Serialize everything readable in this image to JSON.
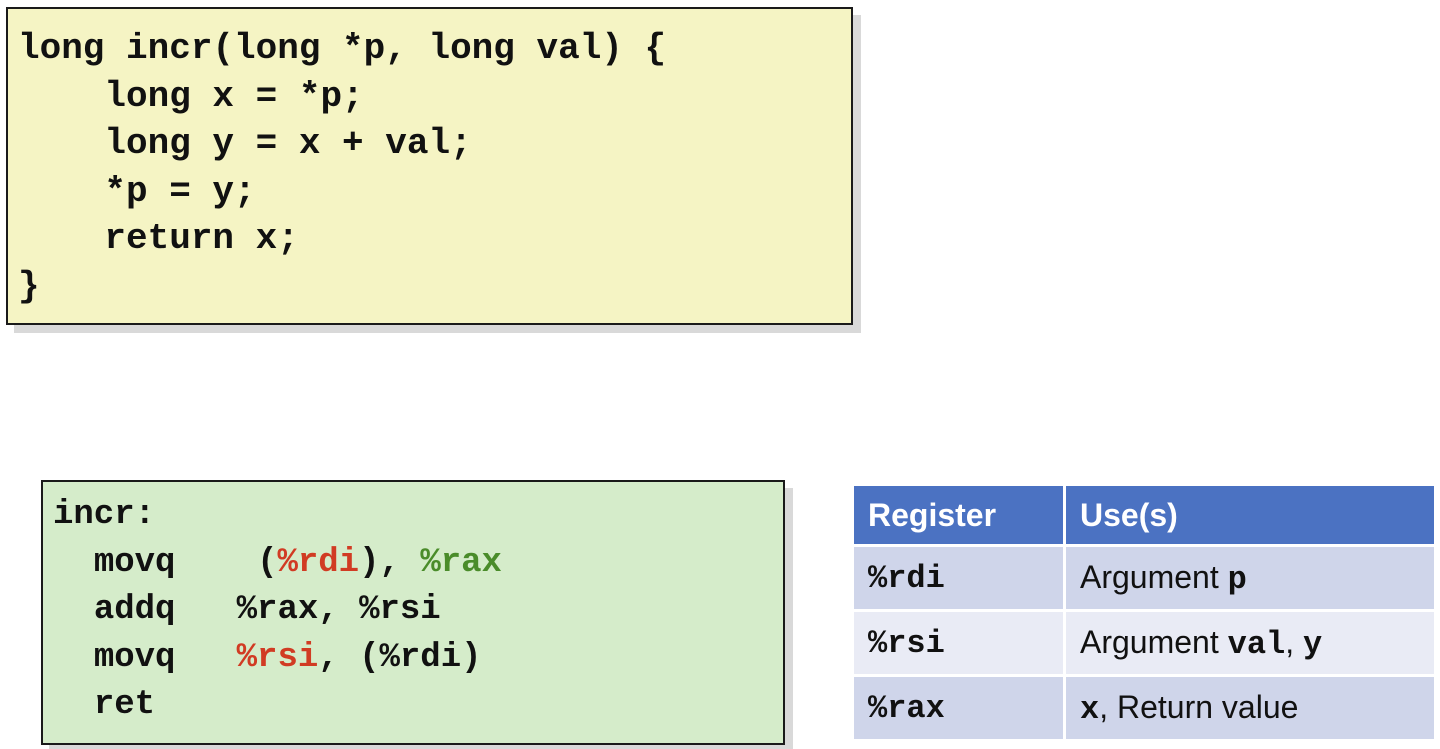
{
  "c_code": {
    "lines": [
      "long incr(long *p, long val) {",
      "    long x = *p;",
      "    long y = x + val;",
      "    *p = y;",
      "    return x;",
      "}"
    ],
    "background": "#f5f4c4"
  },
  "assembly": {
    "label": "incr:",
    "instructions": [
      {
        "op": "movq",
        "src": "(%rdi)",
        "src_pre": "(",
        "src_reg": "%rdi",
        "src_post": ")",
        "sep": ", ",
        "dst": "%rax"
      },
      {
        "op": "addq",
        "text": "%rax, %rsi"
      },
      {
        "op": "movq",
        "src": "%rsi",
        "sep": ", ",
        "dst": "(%rdi)"
      },
      {
        "op": "ret"
      }
    ],
    "colors": {
      "red": "#d13b23",
      "green": "#4a8c2a"
    },
    "background": "#d5ecca"
  },
  "register_table": {
    "headers": [
      "Register",
      "Use(s)"
    ],
    "rows": [
      {
        "register": "%rdi",
        "use_text": "Argument ",
        "use_code": "p"
      },
      {
        "register": "%rsi",
        "use_text": "Argument ",
        "use_code": "val",
        "use_sep": ", ",
        "use_code2": "y"
      },
      {
        "register": "%rax",
        "use_code": "x",
        "use_text": ", Return value"
      }
    ],
    "header_color": "#4b72c2"
  }
}
